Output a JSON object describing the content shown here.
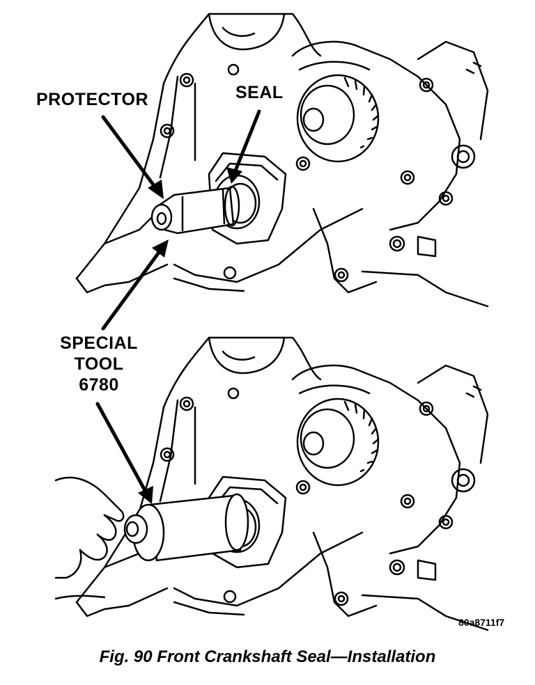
{
  "labels": {
    "protector": "PROTECTOR",
    "seal": "SEAL",
    "special_tool_line1": "SPECIAL",
    "special_tool_line2": "TOOL",
    "special_tool_line3": "6780"
  },
  "figure_code": "80a8711f7",
  "caption": "Fig. 90 Front Crankshaft Seal—Installation"
}
